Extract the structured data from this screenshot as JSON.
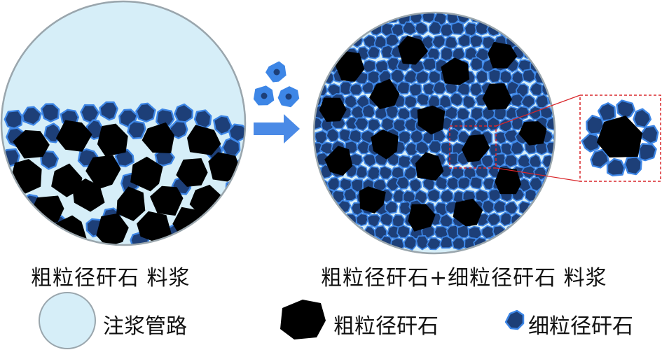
{
  "panels": {
    "left_caption": "粗粒径矸石  料浆",
    "right_caption": "粗粒径矸石+细粒径矸石  料浆"
  },
  "legend": {
    "pipe_label": "注浆管路",
    "coarse_label": "粗粒径矸石",
    "fine_label": "细粒径矸石"
  },
  "colors": {
    "pipe_fill": "#d6eef8",
    "pipe_stroke": "#9aa6ad",
    "coarse_fill": "#000000",
    "fine_fill": "#1d3f78",
    "fine_stroke": "#3d86e6",
    "arrow": "#4a8ae6",
    "zoom_box": "#d9262a"
  },
  "icons": {
    "arrow": "right-arrow-icon",
    "pipe": "pipe-circle-icon",
    "coarse": "coarse-gangue-icon",
    "fine": "fine-gangue-icon"
  }
}
